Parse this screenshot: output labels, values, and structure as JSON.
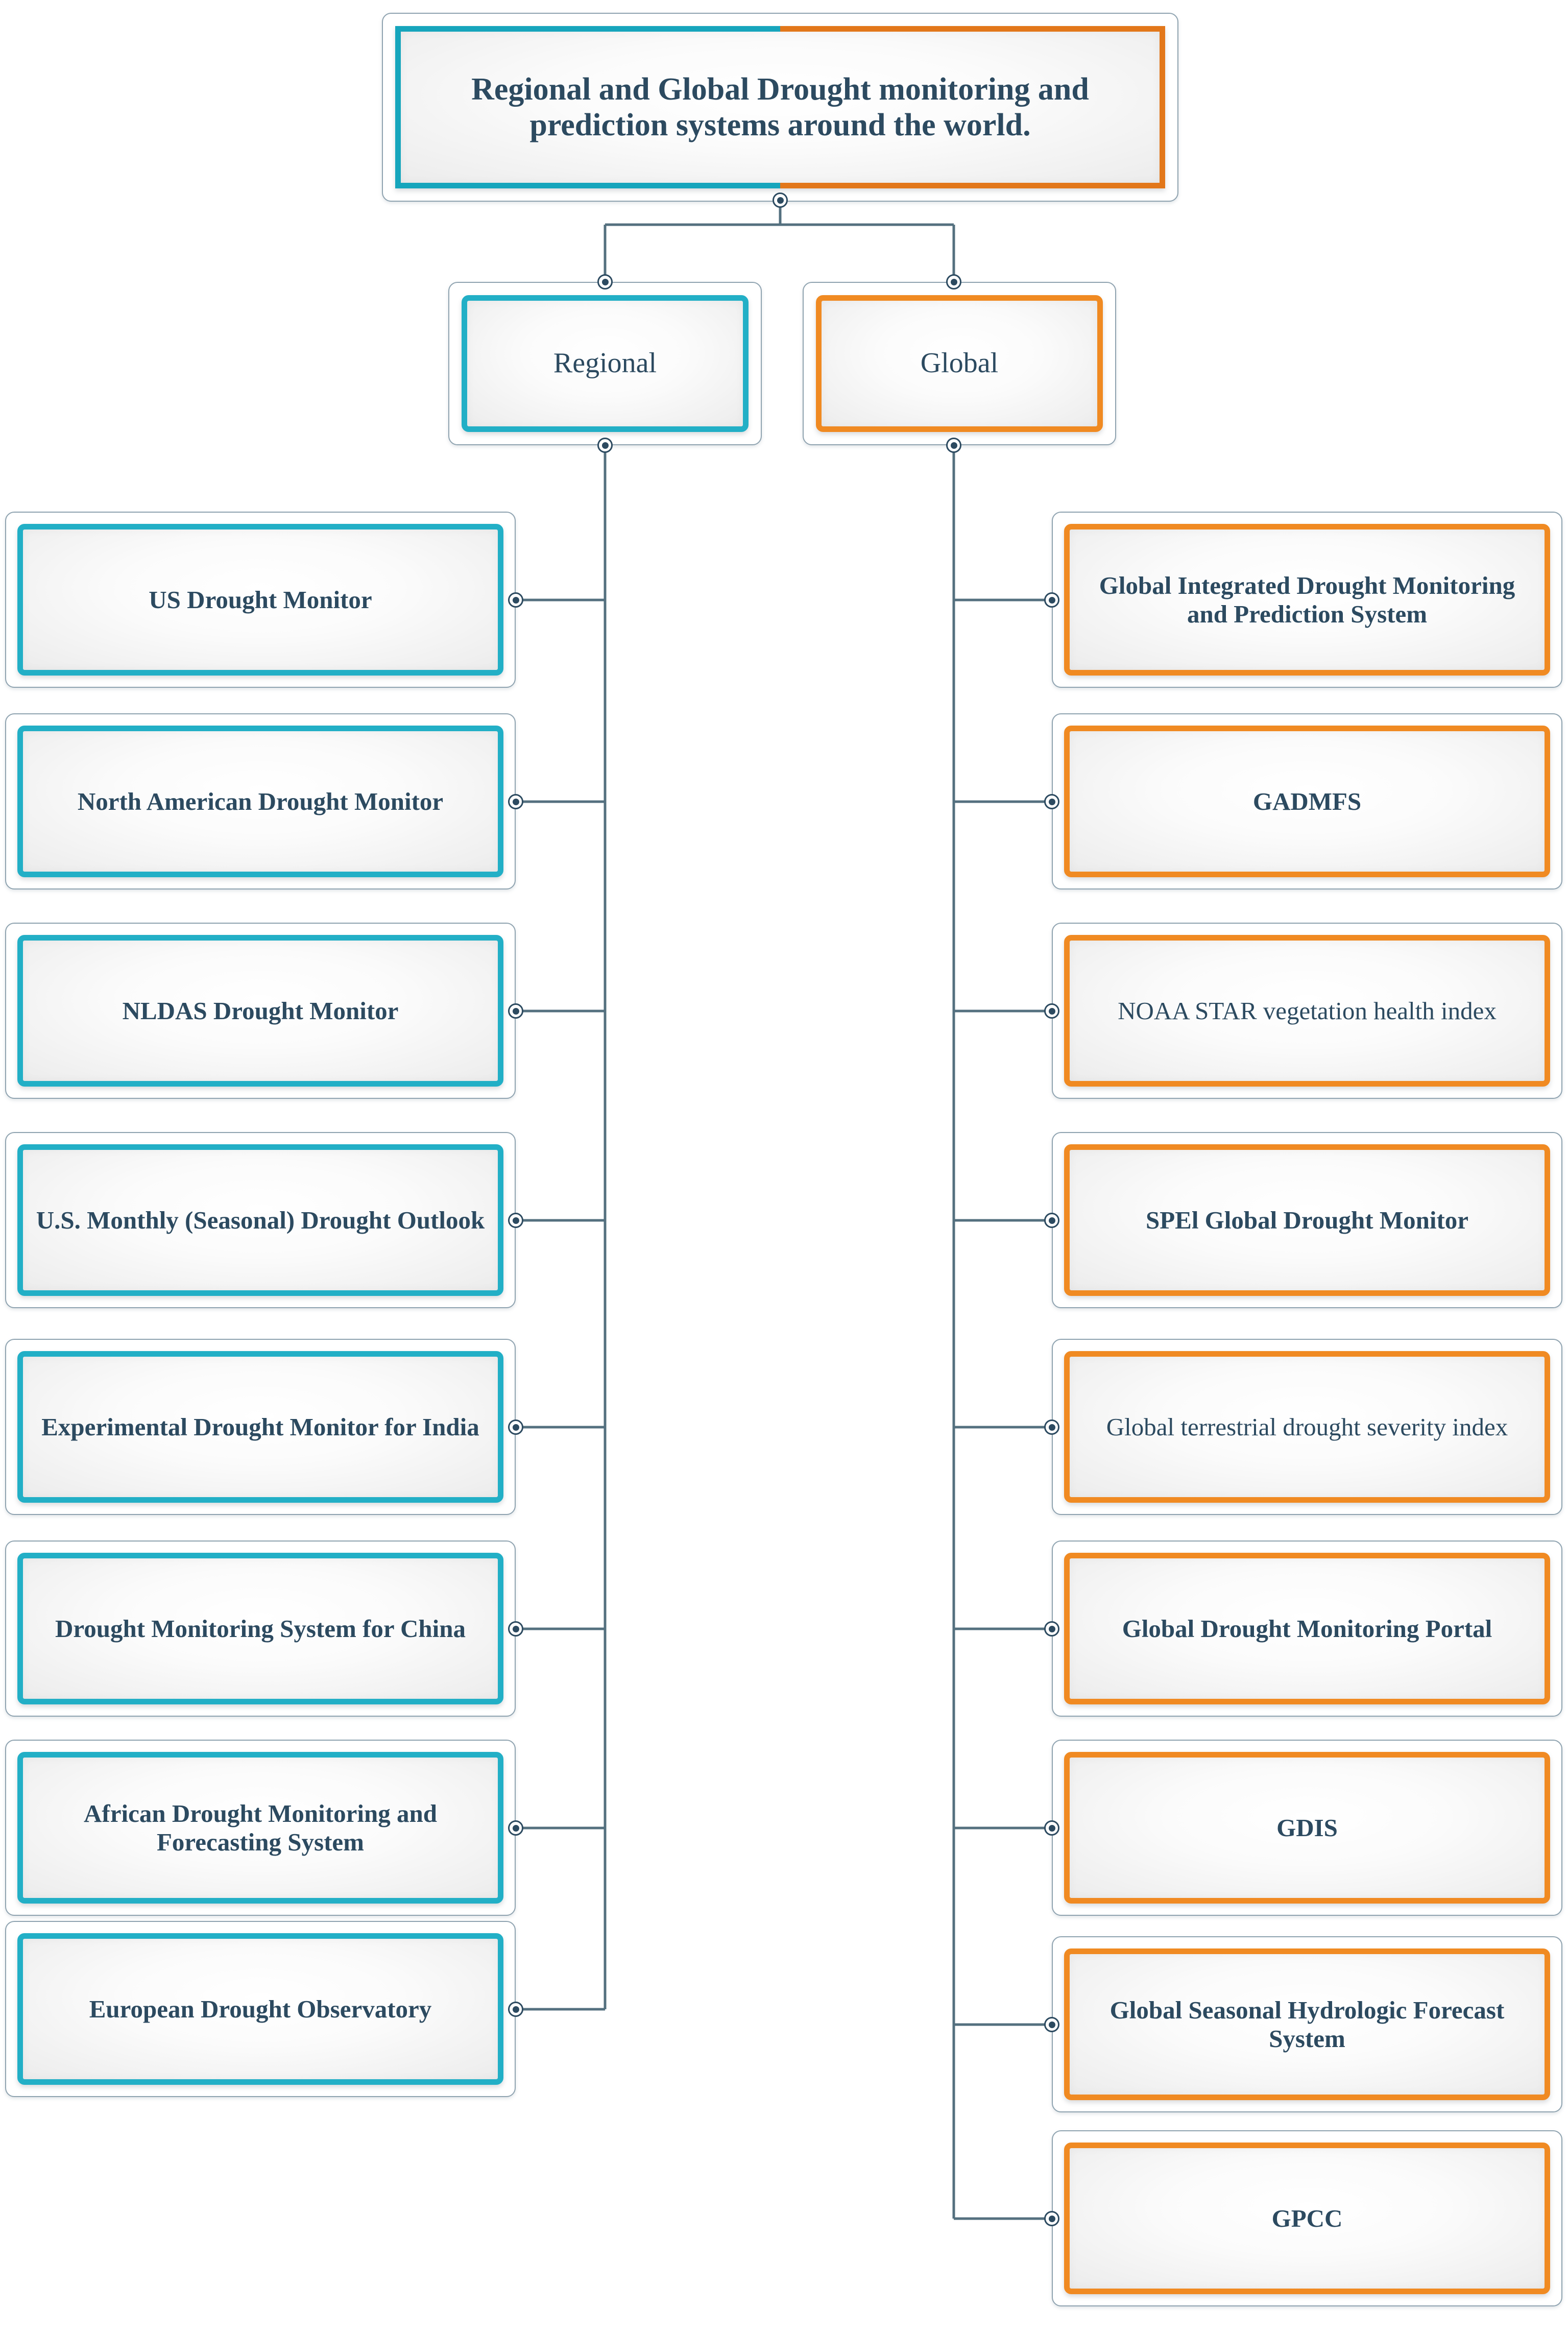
{
  "diagram": {
    "type": "tree",
    "orientation": "top-down-then-sideways",
    "colors": {
      "teal": "#22AFC6",
      "teal_dark": "#16A5BC",
      "orange": "#F08A22",
      "orange_dark": "#E2771A",
      "text": "#2C4A60",
      "connector": "#54707F",
      "node_outline": "#8FA3B0",
      "background": "#FFFFFF"
    },
    "root": {
      "label": "Regional and Global Drought monitoring and prediction systems around the world.",
      "accent": "split-teal-orange"
    },
    "branches": [
      {
        "id": "regional",
        "label": "Regional",
        "accent": "teal"
      },
      {
        "id": "global",
        "label": "Global",
        "accent": "orange"
      }
    ],
    "regional_children": [
      {
        "label": "US Drought Monitor"
      },
      {
        "label": "North American Drought Monitor"
      },
      {
        "label": "NLDAS Drought Monitor"
      },
      {
        "label": "U.S. Monthly (Seasonal) Drought Outlook"
      },
      {
        "label": "Experimental Drought Monitor for India"
      },
      {
        "label": "Drought Monitoring System for China"
      },
      {
        "label": "African Drought Monitoring and Forecasting System"
      },
      {
        "label": "European Drought Observatory"
      }
    ],
    "global_children": [
      {
        "label": "Global Integrated Drought Monitoring and Prediction System"
      },
      {
        "label": "GADMFS"
      },
      {
        "label": "NOAA STAR vegetation health index"
      },
      {
        "label": "SPEl Global Drought Monitor"
      },
      {
        "label": "Global terrestrial drought severity index"
      },
      {
        "label": "Global Drought Monitoring Portal"
      },
      {
        "label": "GDIS"
      },
      {
        "label": "Global Seasonal Hydrologic Forecast System"
      },
      {
        "label": "GPCC"
      }
    ]
  }
}
